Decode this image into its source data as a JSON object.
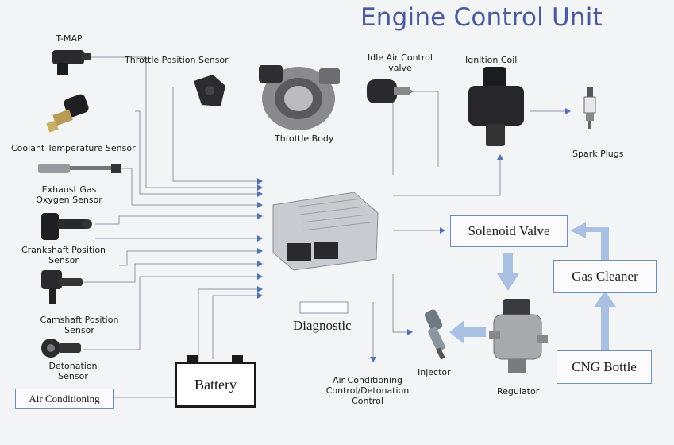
{
  "title": "Engine Control Unit",
  "sensors": {
    "tmap": "T-MAP",
    "throttle_position": "Throttle Position Sensor",
    "coolant_temperature": "Coolant Temperature Sensor",
    "exhaust_gas_1": "Exhaust Gas",
    "exhaust_gas_2": "Oxygen Sensor",
    "crankshaft_1": "Crankshaft Position",
    "crankshaft_2": "Sensor",
    "camshaft_1": "Camshaft Position",
    "camshaft_2": "Sensor",
    "detonation_1": "Detonation",
    "detonation_2": "Sensor",
    "air_conditioning": "Air Conditioning"
  },
  "actuators": {
    "throttle_body": "Throttle Body",
    "idle_air_1": "Idle Air Control",
    "idle_air_2": "valve",
    "ignition_coil": "Ignition Coil",
    "spark_plugs": "Spark Plugs",
    "injector": "Injector",
    "regulator": "Regulator",
    "ac_control_1": "Air Conditioning",
    "ac_control_2": "Control/Detonation",
    "ac_control_3": "Control"
  },
  "boxes": {
    "battery": "Battery",
    "solenoid_valve": "Solenoid Valve",
    "gas_cleaner": "Gas Cleaner",
    "cng_bottle": "CNG Bottle"
  },
  "diagnostic": "Diagnostic",
  "colors": {
    "title": "#4a5a9c",
    "wire": "#8d96a6",
    "arrow_small": "#4f73b4",
    "arrow_gas": "#a9c0e3",
    "box_border": "#6f8fb6"
  }
}
